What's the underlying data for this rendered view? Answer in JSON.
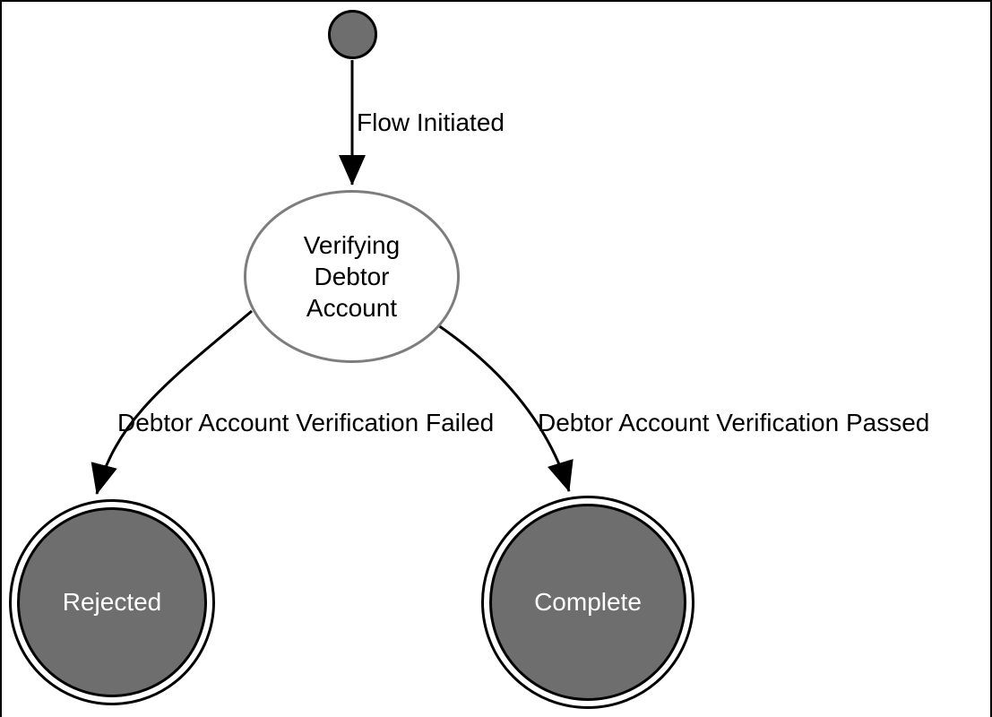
{
  "diagram": {
    "kind": "state-machine-flow",
    "nodes": {
      "start": {
        "type": "initial-state"
      },
      "verifying": {
        "type": "state",
        "label": "Verifying Debtor Account",
        "lines": [
          "Verifying",
          "Debtor",
          "Account"
        ]
      },
      "rejected": {
        "type": "final-state",
        "label": "Rejected"
      },
      "complete": {
        "type": "final-state",
        "label": "Complete"
      }
    },
    "edges": [
      {
        "from": "start",
        "to": "verifying",
        "label": "Flow Initiated"
      },
      {
        "from": "verifying",
        "to": "rejected",
        "label": "Debtor Account Verification Failed"
      },
      {
        "from": "verifying",
        "to": "complete",
        "label": "Debtor Account Verification Passed"
      }
    ],
    "colors": {
      "node_fill": "#6e6e6e",
      "node_stroke": "#000000",
      "ellipse_stroke": "#7d7d7d",
      "edge_stroke": "#000000",
      "text_dark": "#000000",
      "text_light": "#ffffff",
      "background": "#ffffff",
      "border": "#000000"
    }
  }
}
